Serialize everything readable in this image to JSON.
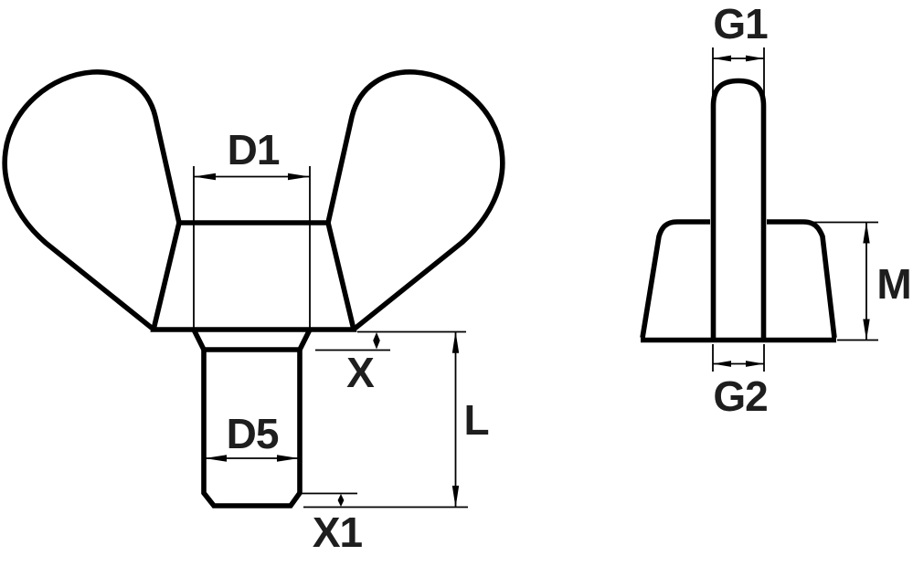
{
  "page": {
    "background": "#ffffff"
  },
  "drawing": {
    "stroke_color": "#000000",
    "label_color": "#1e1e1e",
    "front_view": {
      "labels": {
        "d1": "D1",
        "x": "X",
        "d5": "D5",
        "l": "L",
        "x1": "X1"
      }
    },
    "side_view": {
      "labels": {
        "g1": "G1",
        "m": "M",
        "g2": "G2"
      }
    }
  }
}
